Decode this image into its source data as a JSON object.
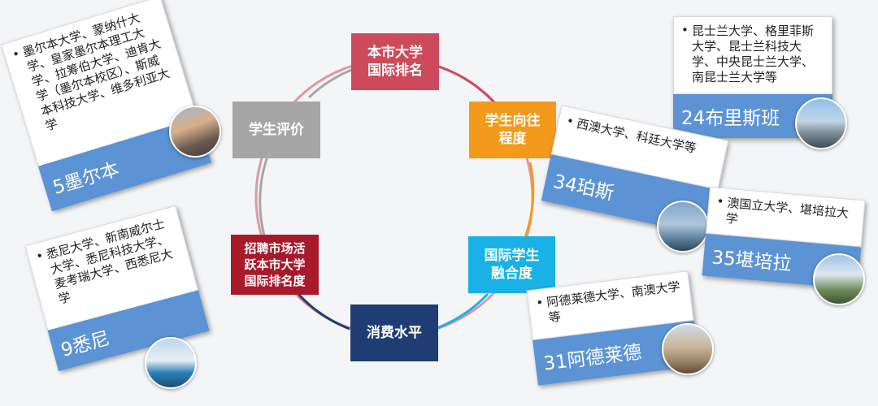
{
  "nodes": {
    "ranking": "本市大学\n国际排名",
    "attraction": "学生向往\n程度",
    "integration": "国际学生\n融合度",
    "consumption": "消费水平",
    "recruitment": "招聘市场活\n跃本市大学\n国际排名度",
    "evaluation": "学生评价"
  },
  "colors": {
    "ranking": "#cc4a5c",
    "attraction": "#f39a1c",
    "integration": "#19b1e6",
    "consumption": "#1f3d73",
    "recruitment": "#a8192a",
    "evaluation": "#a6a6a6",
    "card_blue": "#5b93d4"
  },
  "cards": {
    "melbourne": {
      "city": "5墨尔本",
      "text": "墨尔本大学、蒙纳什大学、皇家墨尔本理工大学、拉筹伯大学、迪肯大学（墨尔本校区）、斯威本科技大学、维多利亚大学"
    },
    "sydney": {
      "city": "9悉尼",
      "text": "悉尼大学、新南威尔士大学、悉尼科技大学、麦考瑞大学、西悉尼大学"
    },
    "brisbane": {
      "city": "24布里斯班",
      "text": "昆士兰大学、格里菲斯大学、昆士兰科技大学、中央昆士兰大学、南昆士兰大学等"
    },
    "perth": {
      "city": "34珀斯",
      "text": "西澳大学、科廷大学等"
    },
    "canberra": {
      "city": "35堪培拉",
      "text": "澳国立大学、堪培拉大学"
    },
    "adelaide": {
      "city": "31阿德莱德",
      "text": "阿德莱德大学、南澳大学等"
    }
  }
}
